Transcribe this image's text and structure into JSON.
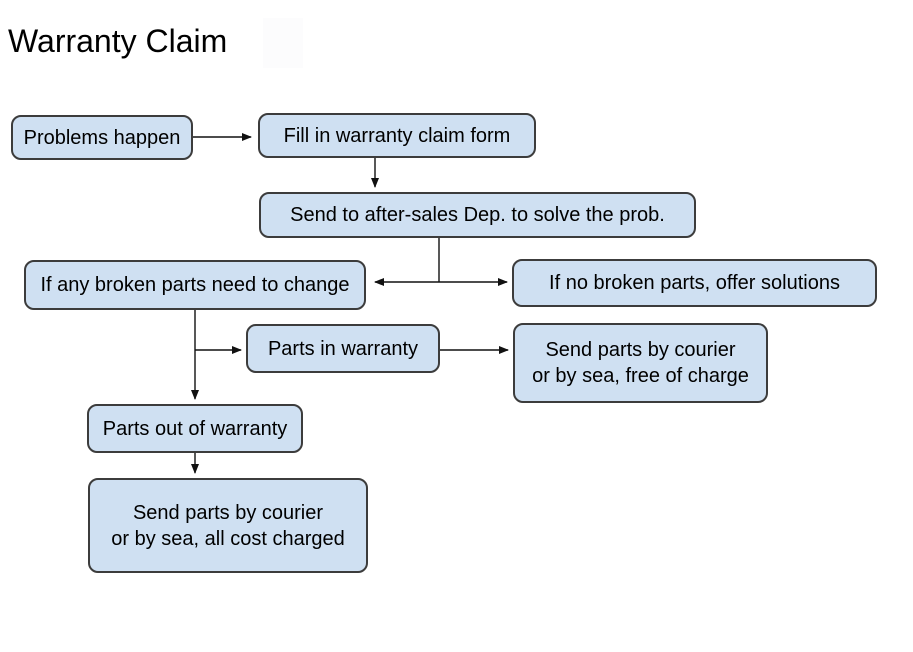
{
  "title": "Warranty Claim",
  "diagram": {
    "type": "flowchart",
    "colors": {
      "node_fill": "#cfe0f2",
      "node_border": "#3c3c3c",
      "connector": "#111111",
      "text": "#000000",
      "background": "#ffffff"
    },
    "nodes": [
      {
        "id": "problems_happen",
        "label": "Problems happen"
      },
      {
        "id": "fill_claim_form",
        "label": "Fill in warranty claim form"
      },
      {
        "id": "send_after_sales",
        "label": "Send to after-sales Dep. to solve the prob."
      },
      {
        "id": "broken_parts",
        "label": "If any broken parts need to change"
      },
      {
        "id": "no_broken_parts",
        "label": "If no broken parts, offer solutions"
      },
      {
        "id": "parts_in_warranty",
        "label": "Parts in warranty"
      },
      {
        "id": "send_free",
        "label": "Send parts by courier\nor by sea, free of charge"
      },
      {
        "id": "parts_out_warranty",
        "label": "Parts out of warranty"
      },
      {
        "id": "send_charged",
        "label": "Send parts by courier\nor by sea, all cost charged"
      }
    ],
    "edges": [
      {
        "from": "problems_happen",
        "to": "fill_claim_form"
      },
      {
        "from": "fill_claim_form",
        "to": "send_after_sales"
      },
      {
        "from": "send_after_sales",
        "to": "broken_parts"
      },
      {
        "from": "send_after_sales",
        "to": "no_broken_parts"
      },
      {
        "from": "broken_parts",
        "to": "parts_in_warranty"
      },
      {
        "from": "broken_parts",
        "to": "parts_out_warranty"
      },
      {
        "from": "parts_in_warranty",
        "to": "send_free"
      },
      {
        "from": "parts_out_warranty",
        "to": "send_charged"
      }
    ]
  }
}
